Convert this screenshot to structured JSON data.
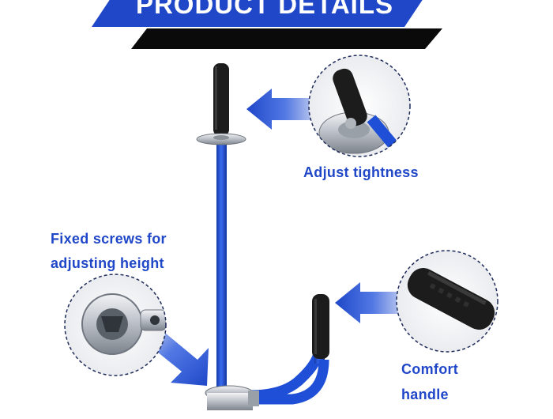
{
  "banner": {
    "title": "PRODUCT DETAILS"
  },
  "callouts": {
    "adjust_tightness": "Adjust tightness",
    "fixed_screws_line1": "Fixed screws for",
    "fixed_screws_line2": "adjusting height",
    "comfort_line1": "Comfort",
    "comfort_line2": "handle"
  },
  "colors": {
    "accent_blue": "#1f47c8",
    "banner_black": "#0a0a0a",
    "rod_blue": "#1e4fd6",
    "handle_black": "#1c1c1c",
    "metal_silver": "#c8ccd2"
  }
}
